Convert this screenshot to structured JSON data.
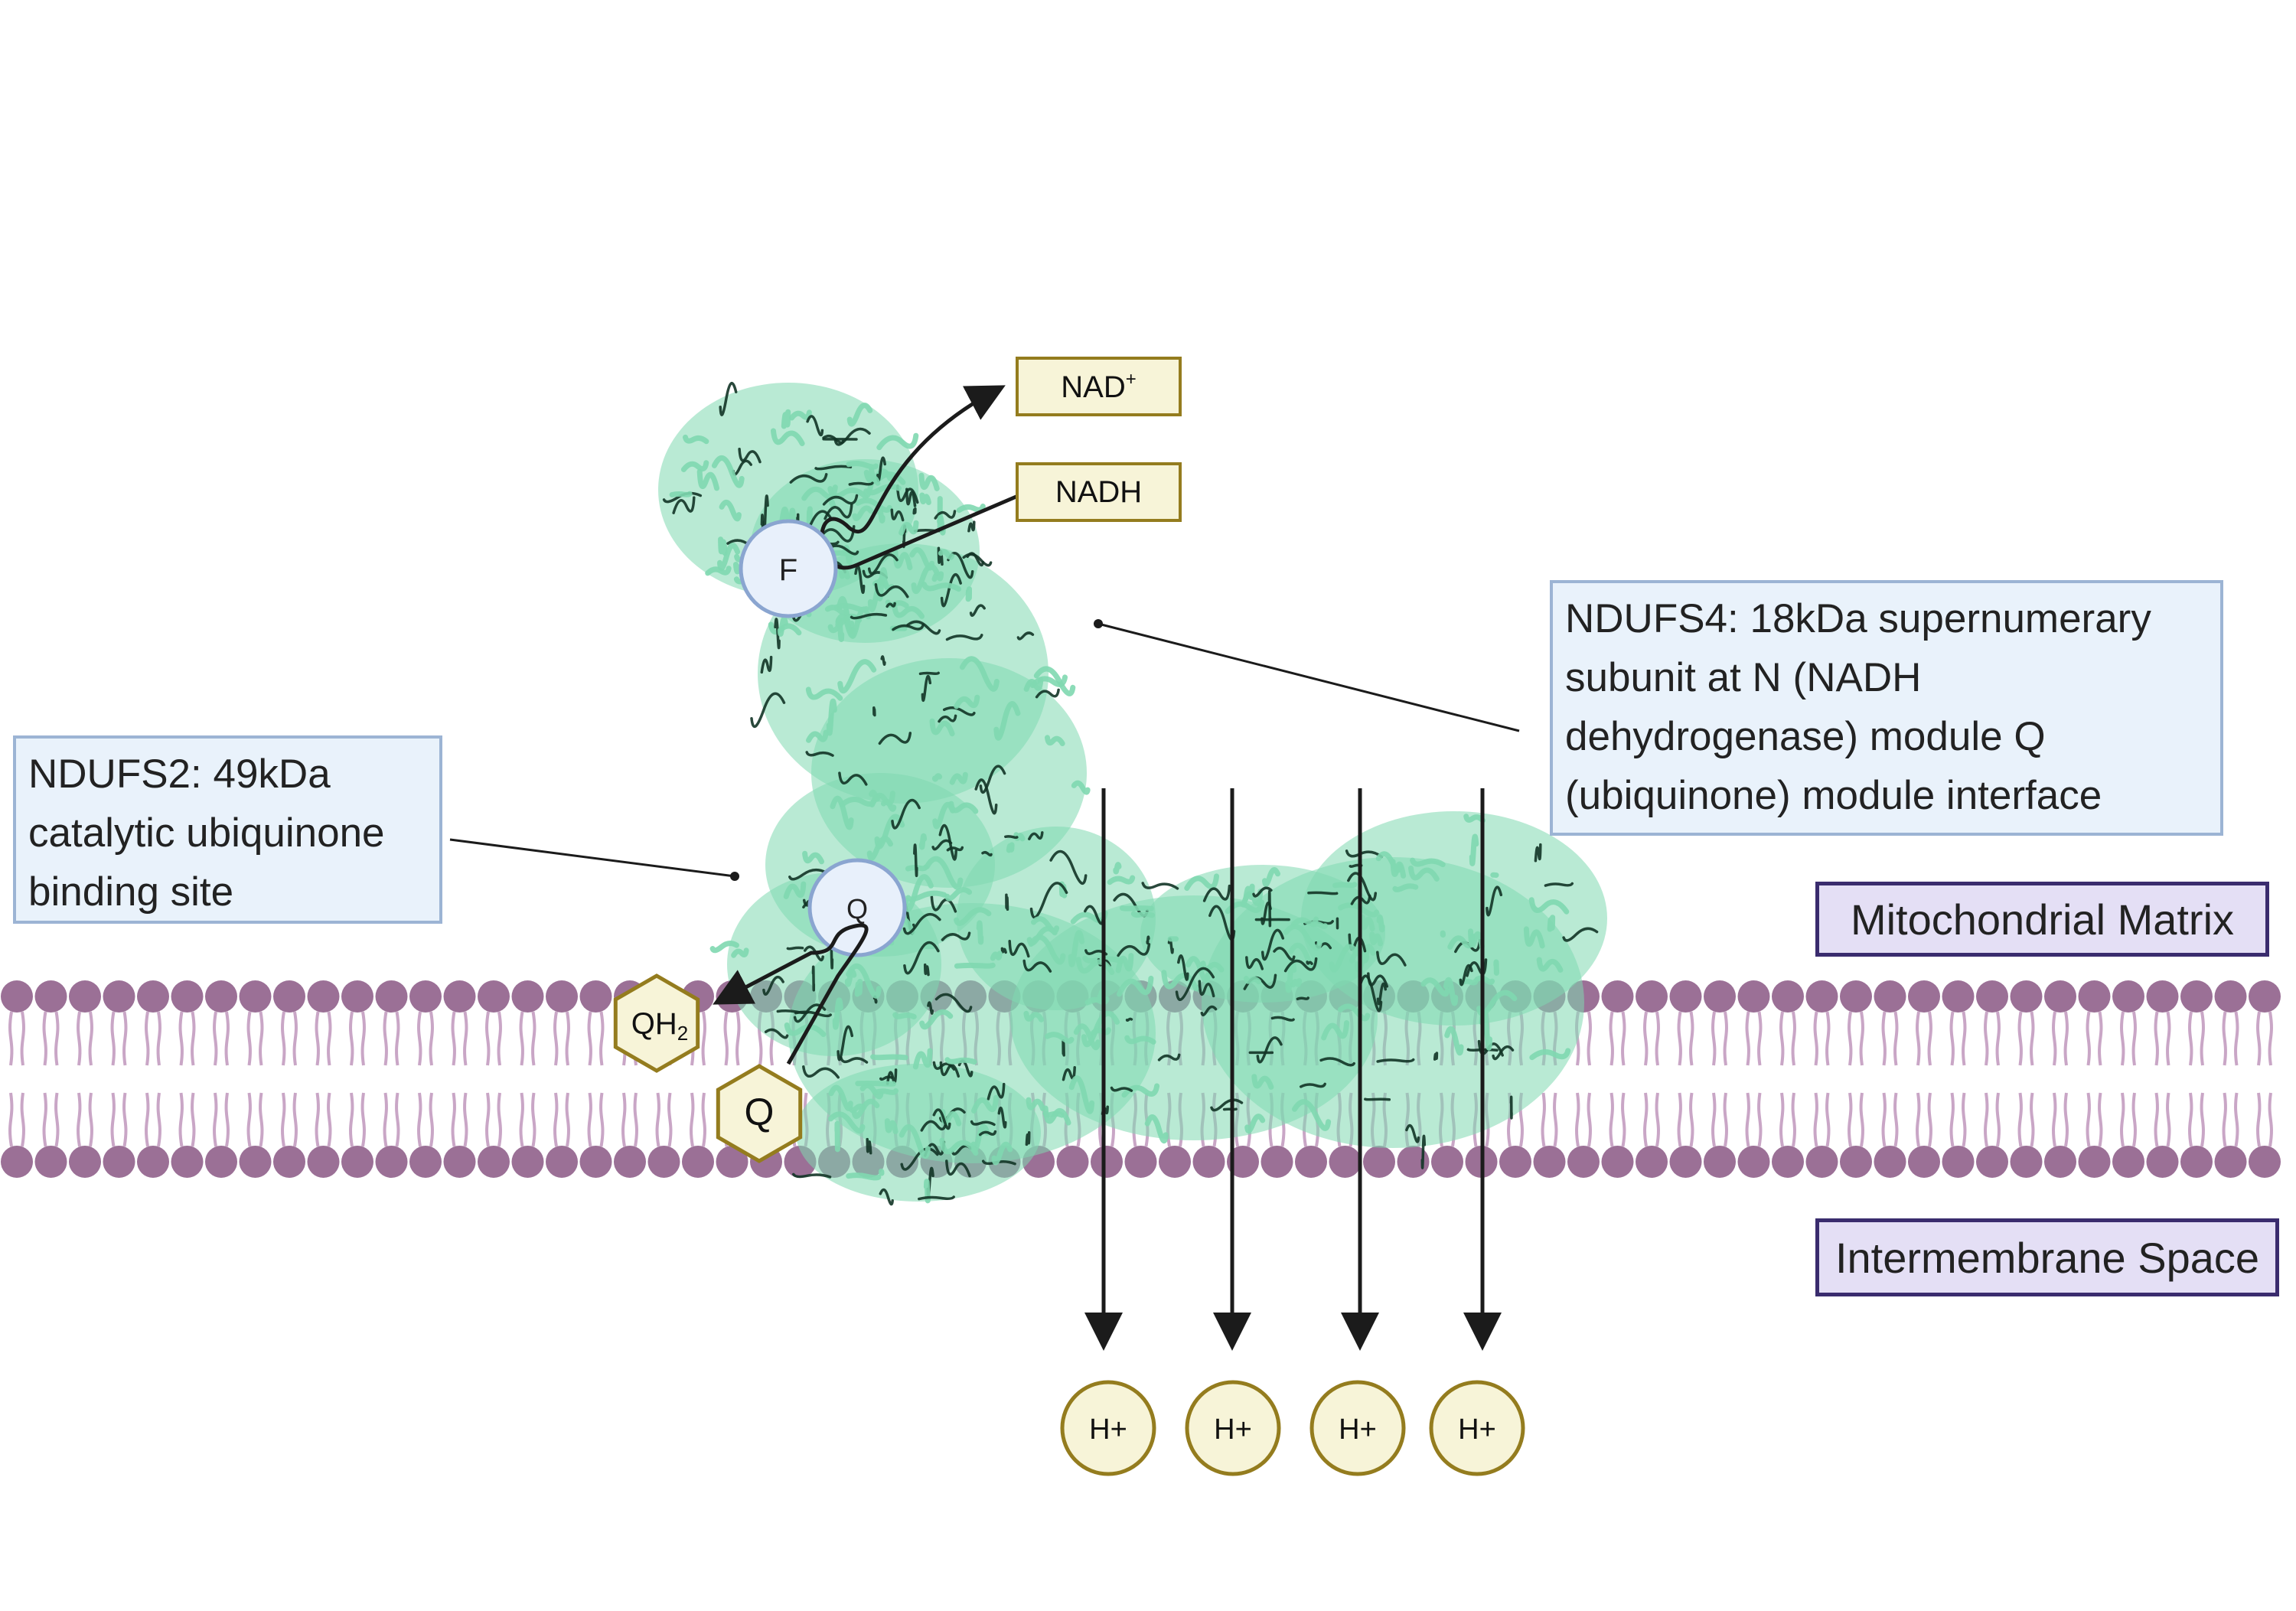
{
  "molecules": {
    "nad_plus": {
      "label": "NAD",
      "superscript": "+"
    },
    "nadh": {
      "label": "NADH"
    }
  },
  "sites": {
    "f_site": "F",
    "q_site": "Q"
  },
  "quinones": {
    "qh2": {
      "label": "QH",
      "subscript": "2"
    },
    "q": {
      "label": "Q"
    }
  },
  "callouts": {
    "ndufs4": "NDUFS4: 18kDa supernumerary subunit at N (NADH dehydrogenase) module Q (ubiquinone) module interface",
    "ndufs2": "NDUFS2: 49kDa catalytic ubiquinone binding site"
  },
  "regions": {
    "matrix": "Mitochondrial Matrix",
    "intermembrane": "Intermembrane Space"
  },
  "protons": [
    "H+",
    "H+",
    "H+",
    "H+"
  ],
  "colors": {
    "protein": "#7fd8b0",
    "protein_outline": "#123426",
    "membrane_head": "#9b7096",
    "membrane_tail": "#c9a6c6",
    "callout_fill": "#e9f2fb",
    "callout_border": "#9cb4d4",
    "region_fill": "#e4dff5",
    "region_border": "#3a2c6e",
    "molecule_fill": "#f7f4d8",
    "molecule_border": "#947c1e",
    "site_fill": "#e8f0fb",
    "site_border": "#8aa5d0"
  },
  "icons": {
    "protein": "complex-i-protein-ribbon-icon",
    "membrane": "phospholipid-bilayer-icon"
  }
}
